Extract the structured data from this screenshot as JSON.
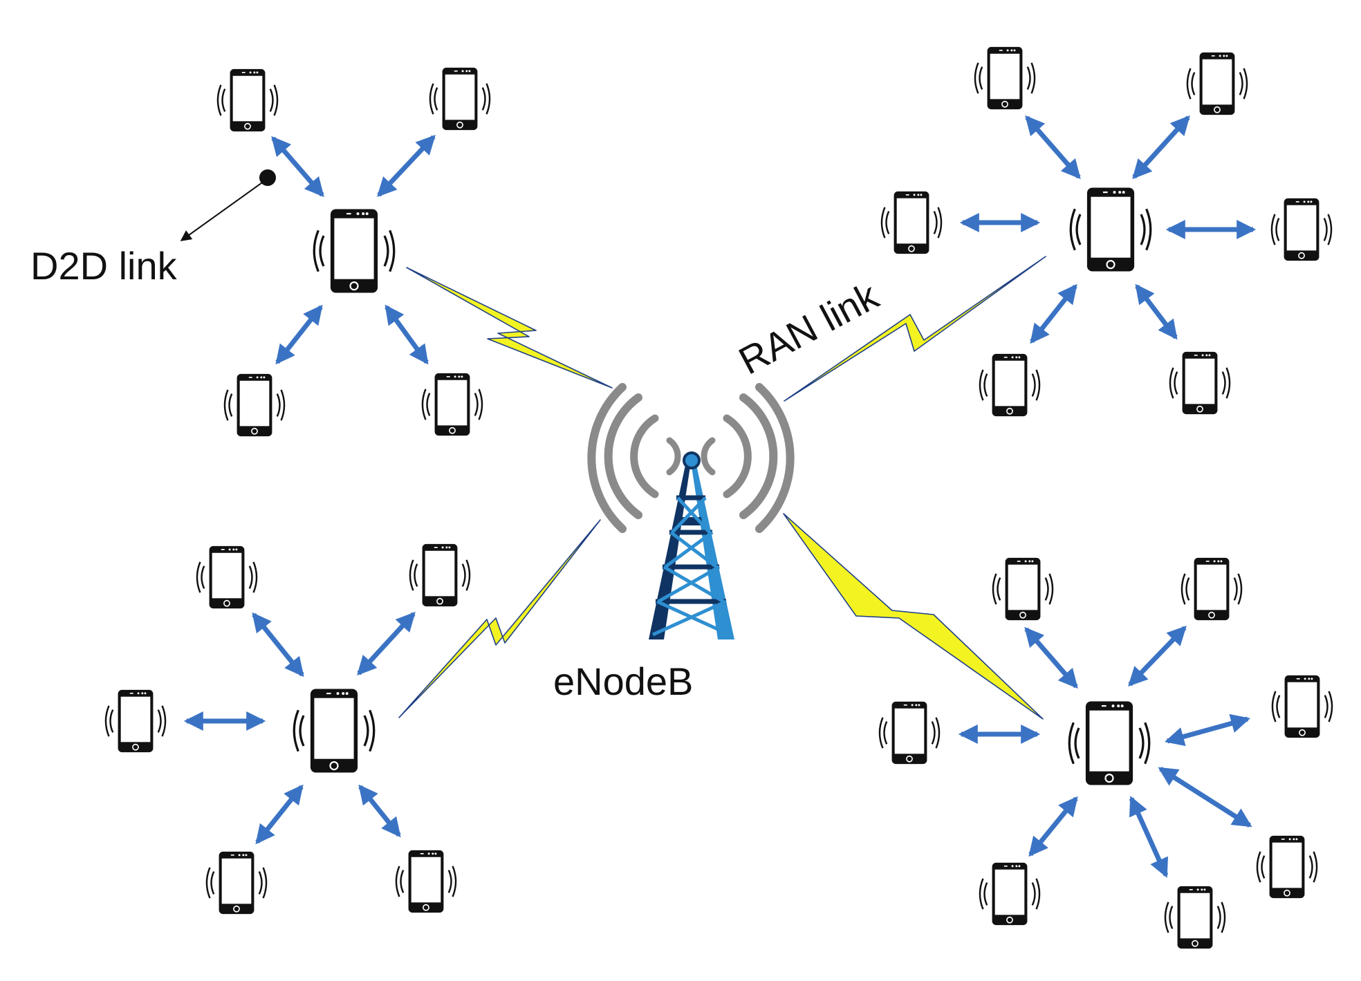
{
  "labels": {
    "d2d_link": "D2D link",
    "ran_link": "RAN link",
    "enodeb": "eNodeB"
  },
  "colors": {
    "d2d_arrow": "#3b73c4",
    "lightning": "#f3f322",
    "lightning_edge": "#1f3f86",
    "tower_dark": "#0f3463",
    "tower_light": "#2e8fd1",
    "signal_waves": "#8a8a8a",
    "phone": "#111111"
  },
  "icons": {
    "device": "smartphone-vibrating-icon",
    "base_station": "cell-tower-icon"
  },
  "clusters": [
    {
      "name": "top-left",
      "leaf_devices": 4
    },
    {
      "name": "top-right",
      "leaf_devices": 6
    },
    {
      "name": "bottom-left",
      "leaf_devices": 5
    },
    {
      "name": "bottom-right",
      "leaf_devices": 7
    }
  ]
}
